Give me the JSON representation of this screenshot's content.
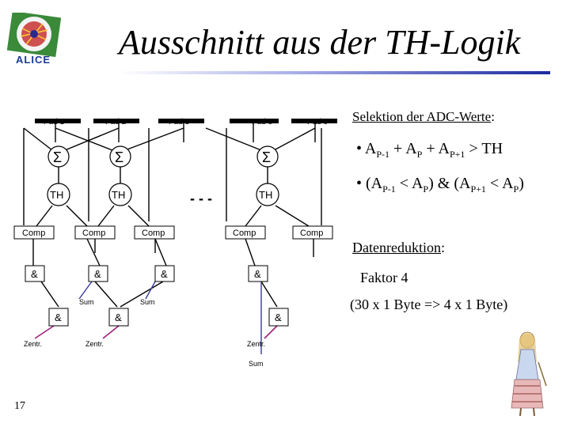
{
  "header": {
    "title": "Ausschnitt aus der TH-Logik",
    "logo_text": "ALICE"
  },
  "diagram": {
    "pads": [
      "Pad 1",
      "Pad 2",
      "Pad 3",
      "Pad 8",
      "Pad 9"
    ],
    "sigma": [
      "Σ",
      "Σ",
      "Σ"
    ],
    "th": [
      "TH",
      "TH",
      "TH"
    ],
    "dashes": "- - -",
    "comp": [
      "Comp",
      "Comp",
      "Comp",
      "Comp",
      "Comp"
    ],
    "and_top": [
      "&",
      "&",
      "&",
      "&"
    ],
    "sum_labels": [
      "Sum",
      "Sum"
    ],
    "and_bottom": [
      "&",
      "&",
      "&"
    ],
    "zentr": [
      "Zentr.",
      "Zentr.",
      "Zentr."
    ],
    "sum_bottom": "Sum"
  },
  "selection": {
    "heading": "Selektion der ADC-Werte",
    "heading_suffix": ":",
    "bullet1": {
      "bullet": "•",
      "a1": "A",
      "s1": "P-1",
      "p1": " + A",
      "s2": "P",
      "p2": " + A",
      "s3": "P+1",
      "p3": " > TH"
    },
    "bullet2": {
      "bullet": "•",
      "a1": "(A",
      "s1": "P-1",
      "p1": " < A",
      "s2": "P",
      "p2": ")  & (A",
      "s3": "P+1",
      "p3": " < A",
      "s4": "P",
      "p4": ")"
    }
  },
  "reduction": {
    "heading": "Datenreduktion",
    "heading_suffix": ":",
    "factor": "Faktor 4",
    "detail": "(30 x 1 Byte => 4 x 1 Byte)"
  },
  "footer": {
    "slide_number": "17"
  },
  "colors": {
    "pad_bar": "#000000",
    "sum_output": "#3a3a9e",
    "zentr_output": "#a0207a",
    "title_rule": "#1c2a9e"
  }
}
